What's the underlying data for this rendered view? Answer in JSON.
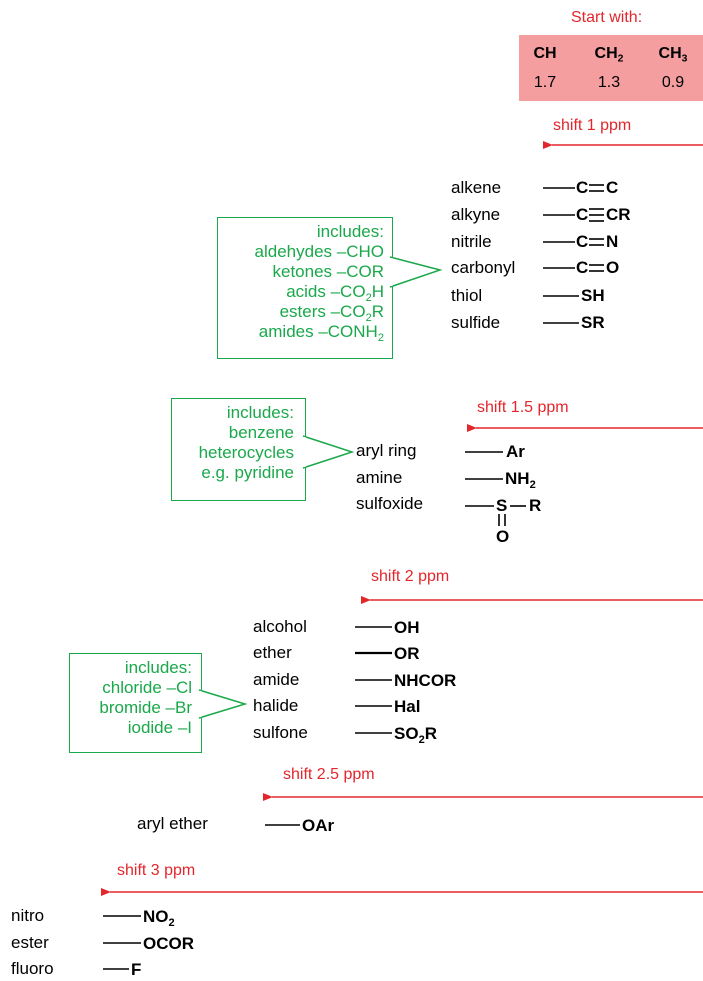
{
  "start": {
    "title": "Start with:",
    "headers": [
      "CH",
      "CH",
      "CH"
    ],
    "header_subs": [
      "",
      "2",
      "3"
    ],
    "values": [
      "1.7",
      "1.3",
      "0.9"
    ]
  },
  "shifts": [
    "shift 1 ppm",
    "shift 1.5 ppm",
    "shift 2 ppm",
    "shift 2.5 ppm",
    "shift 3 ppm"
  ],
  "tier1": {
    "labels": [
      "alkene",
      "alkyne",
      "nitrile",
      "carbonyl",
      "thiol",
      "sulfide"
    ],
    "groups": {
      "alkene_a": "C",
      "alkene_b": "C",
      "alkyne_a": "C",
      "alkyne_b": "CR",
      "nitrile_a": "C",
      "nitrile_b": "N",
      "carbonyl_a": "C",
      "carbonyl_b": "O",
      "thiol": "SH",
      "sulfide": "SR"
    },
    "callout": {
      "line1": "includes:",
      "line2": "aldehydes –CHO",
      "line3": "ketones –COR",
      "line4a": "acids –CO",
      "line4sub": "2",
      "line4b": "H",
      "line5a": "esters –CO",
      "line5sub": "2",
      "line5b": "R",
      "line6a": "amides –CONH",
      "line6sub": "2"
    }
  },
  "tier2": {
    "labels": [
      "aryl ring",
      "amine",
      "sulfoxide"
    ],
    "groups": {
      "aryl": "Ar",
      "amine": "NH",
      "amine_sub": "2",
      "sulfoxide_s": "S",
      "sulfoxide_r": "R",
      "sulfoxide_o": "O"
    },
    "callout": {
      "lines": [
        "includes:",
        "benzene",
        "heterocycles",
        "e.g. pyridine"
      ]
    }
  },
  "tier3": {
    "labels": [
      "alcohol",
      "ether",
      "amide",
      "halide",
      "sulfone"
    ],
    "groups": {
      "alcohol": "OH",
      "ether": "OR",
      "amide": "NHCOR",
      "halide": "Hal",
      "sulfone_a": "SO",
      "sulfone_sub": "2",
      "sulfone_b": "R"
    },
    "callout": {
      "lines": [
        "includes:",
        "chloride –Cl",
        "bromide –Br",
        "iodide –I"
      ]
    }
  },
  "tier4": {
    "labels": [
      "aryl ether"
    ],
    "groups": {
      "arylether": "OAr"
    }
  },
  "tier5": {
    "labels": [
      "nitro",
      "ester",
      "fluoro"
    ],
    "groups": {
      "nitro": "NO",
      "nitro_sub": "2",
      "ester": "OCOR",
      "fluoro": "F"
    }
  },
  "colors": {
    "shift_arrow": "#e3262b",
    "callout": "#1aa84b",
    "start_bg": "#f49ea0"
  }
}
